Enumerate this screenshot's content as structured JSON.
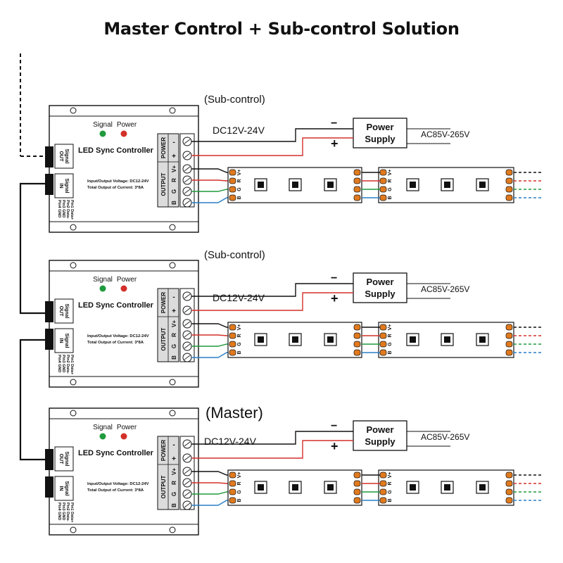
{
  "title": "Master Control + Sub-control Solution",
  "units": [
    {
      "role_label": "(Sub-control)",
      "controller": {
        "name": "LED Sync Controller",
        "signal_label": "Signal",
        "power_label": "Power",
        "signal_out": "Signal OUT",
        "signal_in": "Signal IN",
        "spec_line_1": "Input/Output Voltage: DC12-24V",
        "spec_line_2": "Total Output of Current: 3*8A",
        "pin_line_1": "Pin1 Data+",
        "pin_line_2": "Pin2 Data-",
        "pin_line_3": "Pin3 GND",
        "pin_line_4": "Pin4 GND",
        "power_terminal_label": "POWER",
        "output_terminal_label": "OUTPUT",
        "power_pins": [
          "-",
          "+"
        ],
        "output_pins": [
          "V+",
          "R",
          "G",
          "B"
        ]
      },
      "supply": {
        "voltage_label": "DC12V-24V",
        "name_line_1": "Power",
        "name_line_2": "Supply",
        "minus_sign": "−",
        "plus_sign": "+",
        "ac_label": "AC85V-265V"
      },
      "strip_pins": [
        "V+",
        "R",
        "G",
        "B"
      ]
    },
    {
      "role_label": "(Sub-control)",
      "controller": {
        "name": "LED Sync Controller",
        "signal_label": "Signal",
        "power_label": "Power",
        "signal_out": "Signal OUT",
        "signal_in": "Signal IN",
        "spec_line_1": "Input/Output Voltage: DC12-24V",
        "spec_line_2": "Total Output of Current: 3*8A",
        "pin_line_1": "Pin1 Data+",
        "pin_line_2": "Pin2 Data-",
        "pin_line_3": "Pin3 GND",
        "pin_line_4": "Pin4 GND",
        "power_terminal_label": "POWER",
        "output_terminal_label": "OUTPUT",
        "power_pins": [
          "-",
          "+"
        ],
        "output_pins": [
          "V+",
          "R",
          "G",
          "B"
        ]
      },
      "supply": {
        "voltage_label": "DC12V-24V",
        "name_line_1": "Power",
        "name_line_2": "Supply",
        "minus_sign": "−",
        "plus_sign": "+",
        "ac_label": "AC85V-265V"
      },
      "strip_pins": [
        "V+",
        "R",
        "G",
        "B"
      ]
    },
    {
      "role_label": "(Master)",
      "controller": {
        "name": "LED Sync Controller",
        "signal_label": "Signal",
        "power_label": "Power",
        "signal_out": "Signal OUT",
        "signal_in": "Signal IN",
        "spec_line_1": "Input/Output Voltage: DC12-24V",
        "spec_line_2": "Total Output of Current: 3*8A",
        "pin_line_1": "Pin1 Data+",
        "pin_line_2": "Pin2 Data-",
        "pin_line_3": "Pin3 GND",
        "pin_line_4": "Pin4 GND",
        "power_terminal_label": "POWER",
        "output_terminal_label": "OUTPUT",
        "power_pins": [
          "-",
          "+"
        ],
        "output_pins": [
          "V+",
          "R",
          "G",
          "B"
        ]
      },
      "supply": {
        "voltage_label": "DC12V-24V",
        "name_line_1": "Power",
        "name_line_2": "Supply",
        "minus_sign": "−",
        "plus_sign": "+",
        "ac_label": "AC85V-265V"
      },
      "strip_pins": [
        "V+",
        "R",
        "G",
        "B"
      ]
    }
  ],
  "colors": {
    "signal_led": "#1f9a3c",
    "power_led": "#d3302a",
    "wire_red": "#d3302a",
    "wire_green": "#1f9a3c",
    "wire_blue": "#2a7fc6",
    "wire_black": "#111111",
    "strip_pad": "#e07a1f",
    "panel_gray": "#dcdcdc"
  }
}
